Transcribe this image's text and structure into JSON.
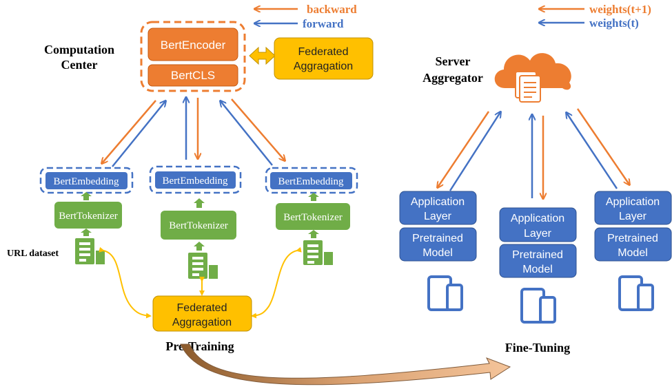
{
  "legend_left": {
    "backward": "backward",
    "forward": "forward"
  },
  "legend_right": {
    "weights_next": "weights(t+1)",
    "weights_current": "weights(t)"
  },
  "computation_center": {
    "label_line1": "Computation",
    "label_line2": "Center",
    "encoder": "BertEncoder",
    "cls": "BertCLS"
  },
  "top_federated": {
    "line1": "Federated",
    "line2": "Aggragation"
  },
  "clients": [
    {
      "embedding": "BertEmbedding",
      "tokenizer": "BertTokenizer"
    },
    {
      "embedding": "BertEmbedding",
      "tokenizer": "BertTokenizer"
    },
    {
      "embedding": "BertEmbedding",
      "tokenizer": "BertTokenizer"
    }
  ],
  "url_dataset": "URL dataset",
  "bottom_federated": {
    "line1": "Federated",
    "line2": "Aggragation"
  },
  "pre_training": "Pre-Training",
  "server": {
    "line1": "Server",
    "line2": "Aggregator"
  },
  "devices": [
    {
      "app_line1": "Application",
      "app_line2": "Layer",
      "model_line1": "Pretrained",
      "model_line2": "Model"
    },
    {
      "app_line1": "Application",
      "app_line2": "Layer",
      "model_line1": "Pretrained",
      "model_line2": "Model"
    },
    {
      "app_line1": "Application",
      "app_line2": "Layer",
      "model_line1": "Pretrained",
      "model_line2": "Model"
    }
  ],
  "fine_tuning": "Fine-Tuning",
  "colors": {
    "orange": "#ED7D31",
    "blue": "#4472C4",
    "green": "#70AD47",
    "gold": "#FFC000",
    "dashed_orange": "#ED7D31",
    "dashed_blue": "#4472C4"
  }
}
